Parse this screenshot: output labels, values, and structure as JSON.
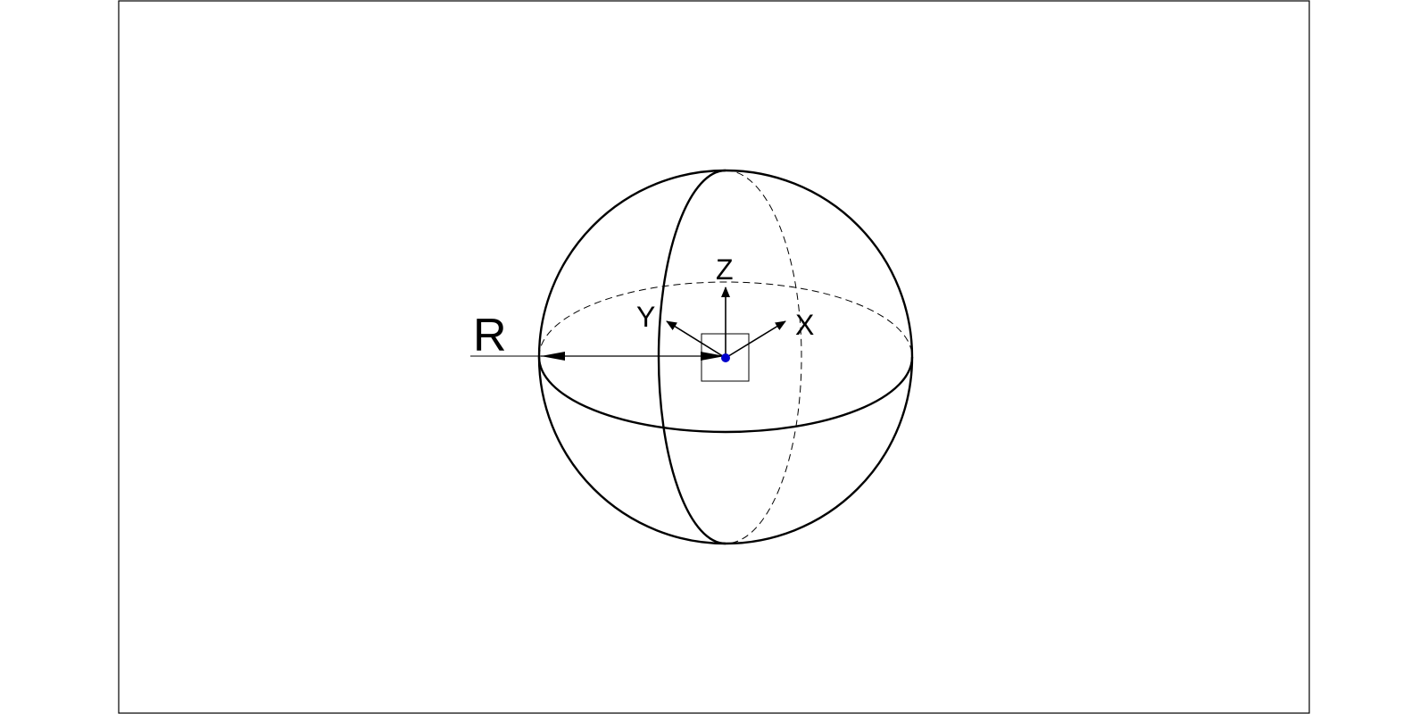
{
  "labels": {
    "radius": "R",
    "axis_x": "X",
    "axis_y": "Y",
    "axis_z": "Z"
  },
  "colors": {
    "line": "#000000",
    "origin_point": "#0000cc",
    "background": "#ffffff"
  }
}
